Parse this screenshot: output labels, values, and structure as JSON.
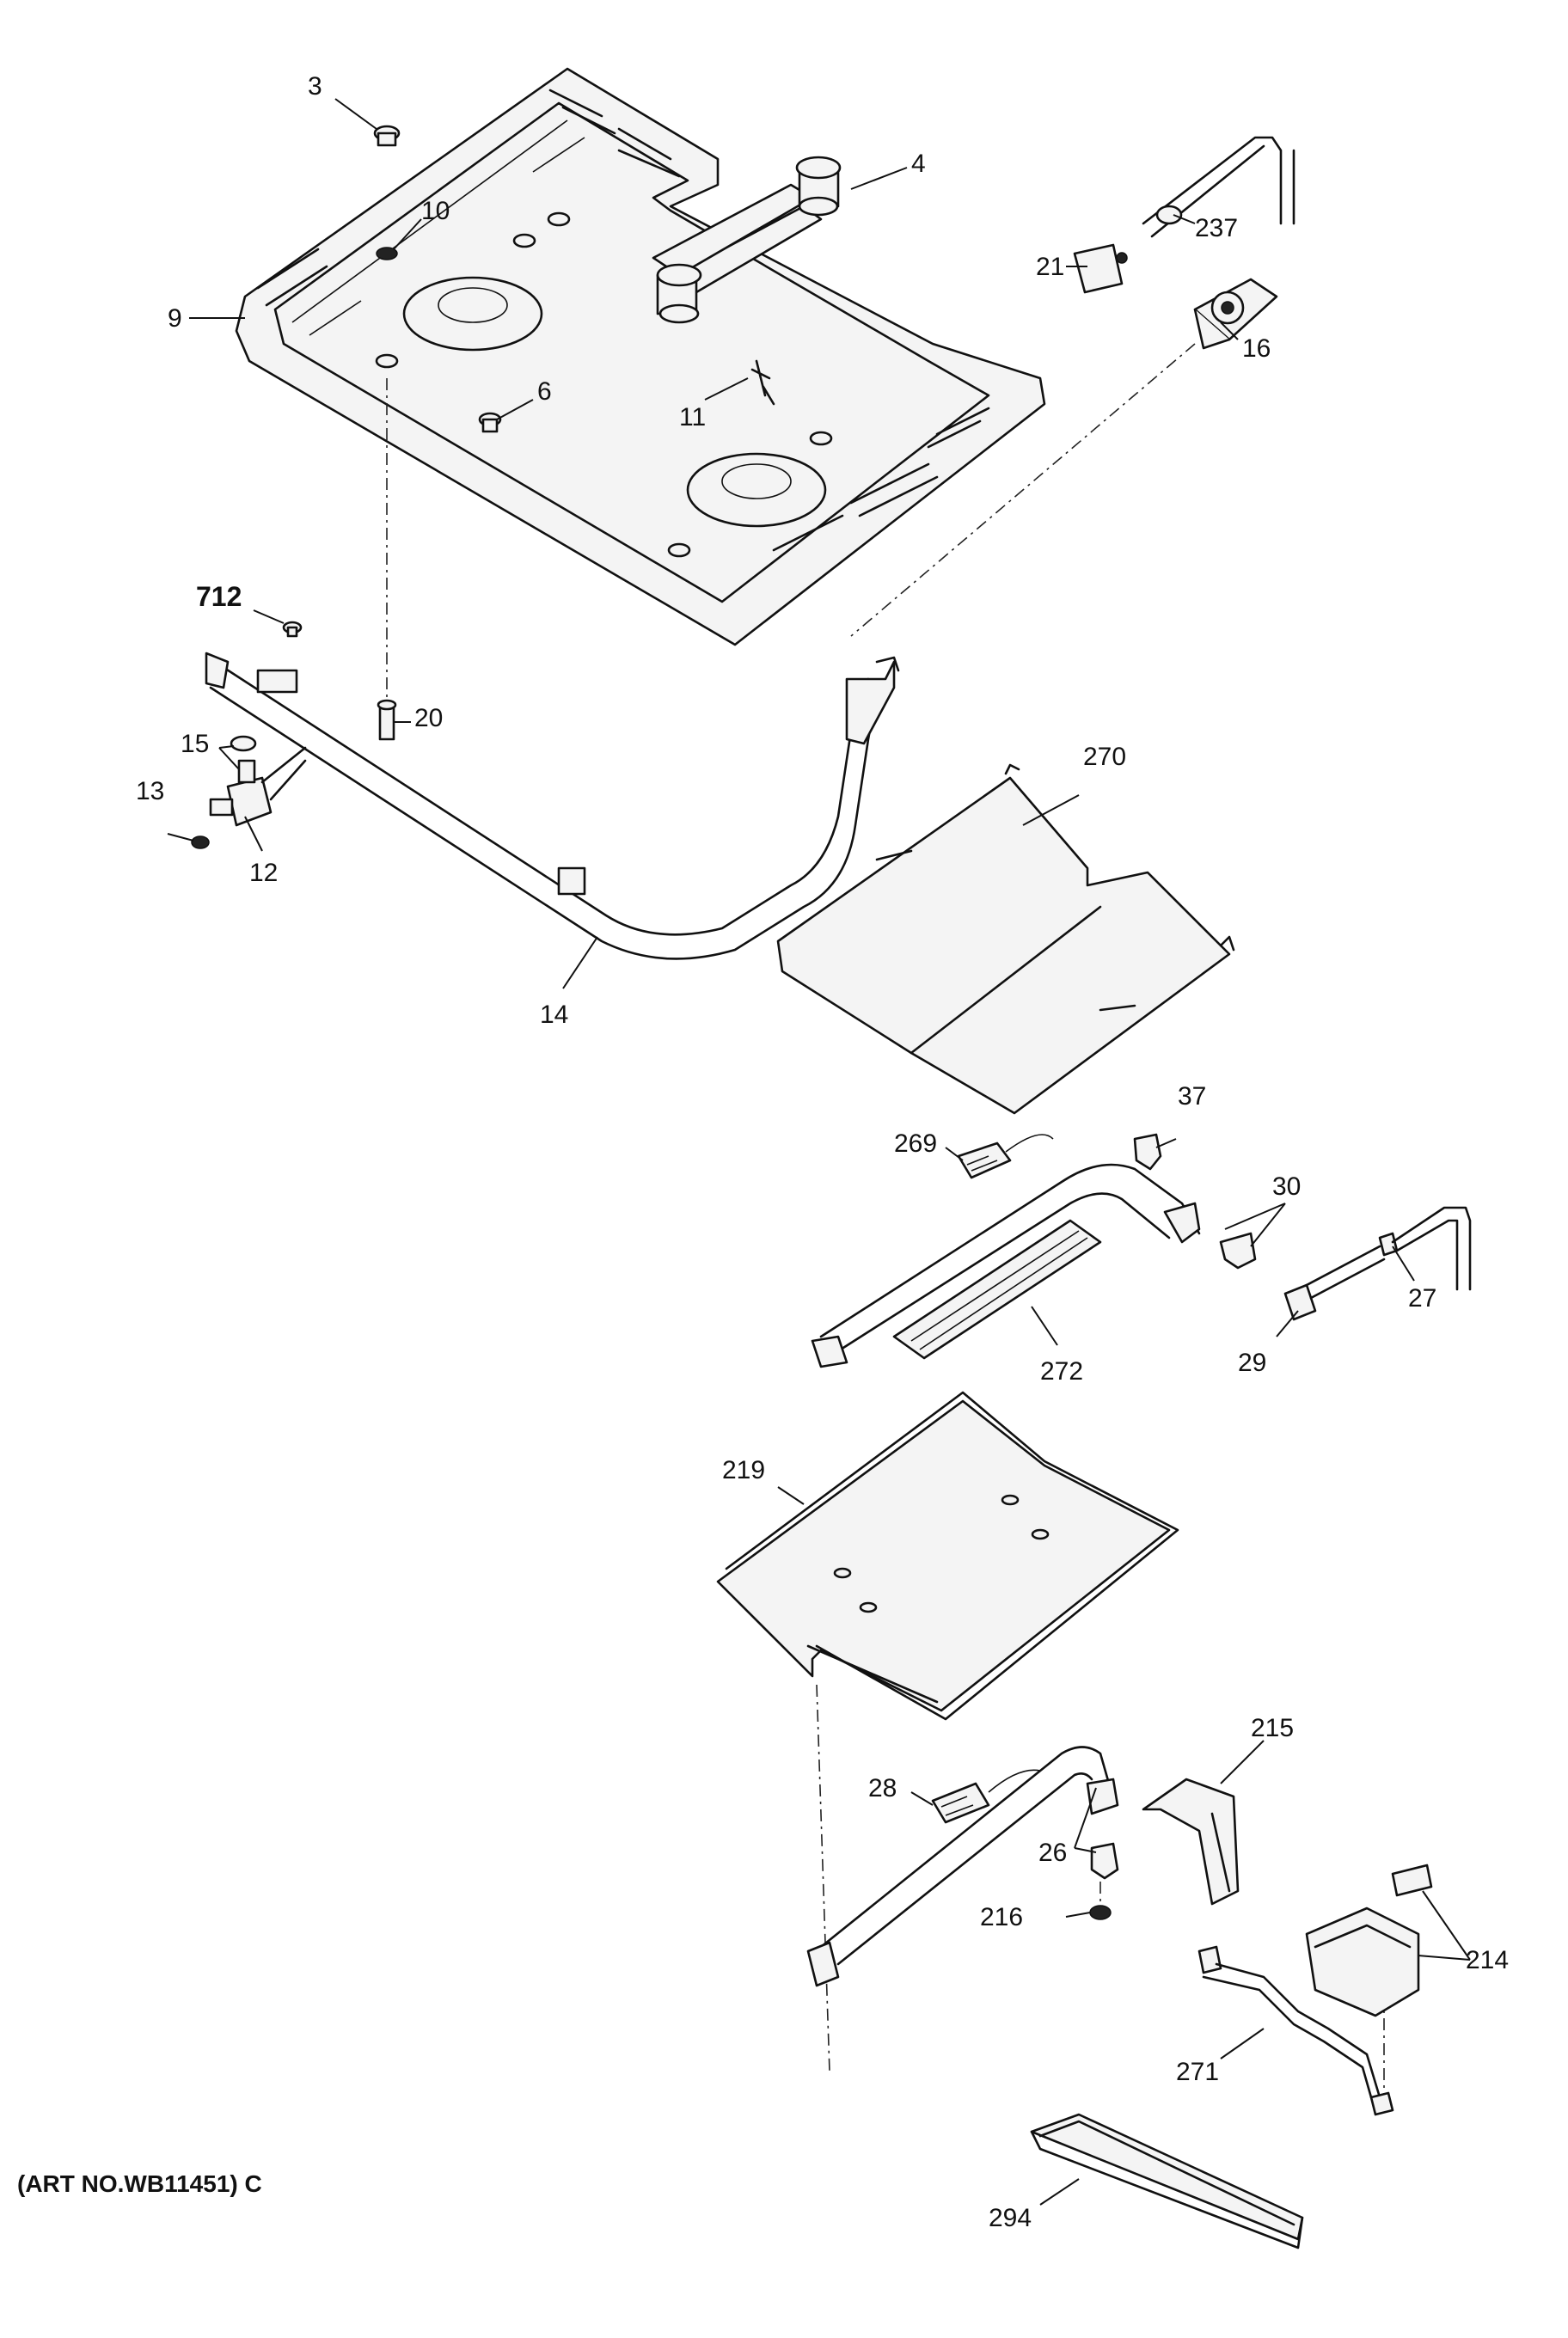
{
  "art_number": "(ART NO.WB11451) C",
  "callouts": {
    "c3": "3",
    "c4": "4",
    "c10": "10",
    "c9": "9",
    "c21": "21",
    "c237": "237",
    "c16": "16",
    "c6": "6",
    "c11": "11",
    "c712": "712",
    "c20": "20",
    "c15": "15",
    "c13": "13",
    "c12": "12",
    "c14": "14",
    "c270": "270",
    "c37": "37",
    "c269": "269",
    "c30": "30",
    "c27": "27",
    "c29": "29",
    "c272": "272",
    "c219": "219",
    "c215": "215",
    "c28": "28",
    "c26": "26",
    "c216": "216",
    "c214": "214",
    "c271": "271",
    "c294": "294"
  }
}
